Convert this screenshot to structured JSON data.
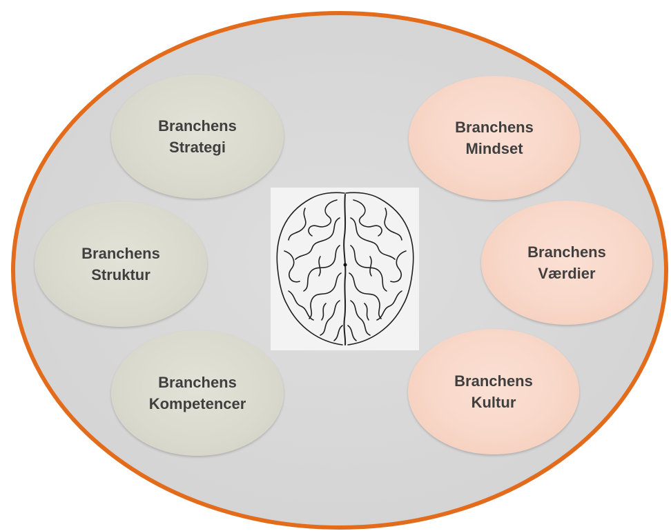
{
  "diagram": {
    "colors": {
      "outer_fill": "#d9d9d9",
      "outer_stroke": "#e36c1c",
      "left_bubble": "#dadace",
      "right_bubble": "#f8d7c8",
      "text": "#3f3f3f"
    },
    "left_nodes": [
      {
        "line1": "Branchens",
        "line2": "Strategi"
      },
      {
        "line1": "Branchens",
        "line2": "Struktur"
      },
      {
        "line1": "Branchens",
        "line2": "Kompetencer"
      }
    ],
    "right_nodes": [
      {
        "line1": "Branchens",
        "line2": "Mindset"
      },
      {
        "line1": "Branchens",
        "line2": "Værdier"
      },
      {
        "line1": "Branchens",
        "line2": "Kultur"
      }
    ],
    "center_image": "brain-illustration"
  }
}
